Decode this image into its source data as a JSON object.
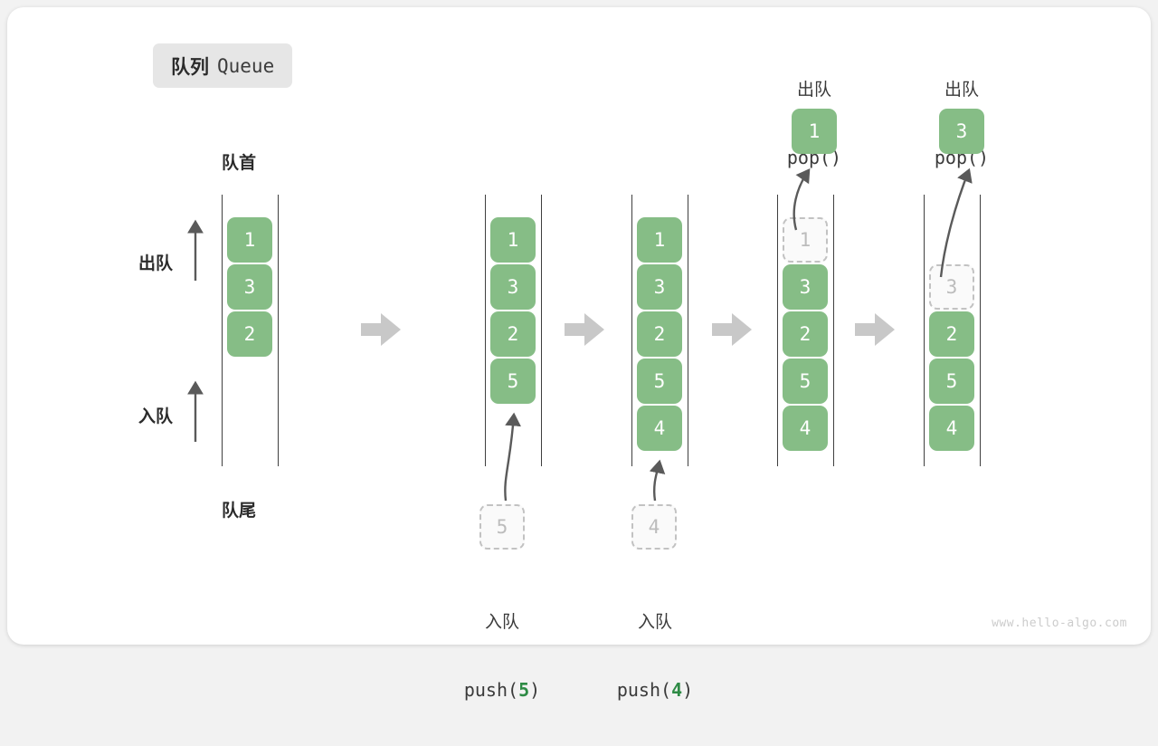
{
  "diagram": {
    "title_cn": "队列",
    "title_en": "Queue",
    "watermark": "www.hello-algo.com",
    "colors": {
      "element": "#86bd86",
      "ghost_border": "#c2c2c2",
      "ghost_text": "#bcbcbc",
      "rail": "#3f3f3f",
      "flow_arrow": "#c8c8c8",
      "accent_number": "#2e8b45",
      "card": "#ffffff",
      "page": "#f2f2f2",
      "badge_bg": "#e6e6e6"
    },
    "anatomy": {
      "head_label": "队首",
      "tail_label": "队尾",
      "dequeue_label": "出队",
      "enqueue_label": "入队"
    },
    "states": [
      {
        "name": "initial",
        "cells": [
          "1",
          "3",
          "2"
        ],
        "ghost_index": -1,
        "empty_leading": 0
      },
      {
        "name": "after-push-5",
        "cells": [
          "1",
          "3",
          "2",
          "5"
        ],
        "ghost_index": -1,
        "empty_leading": 0,
        "incoming": "5",
        "op_cn": "入队",
        "op_code_prefix": "push(",
        "op_code_arg": "5",
        "op_code_suffix": ")"
      },
      {
        "name": "after-push-4",
        "cells": [
          "1",
          "3",
          "2",
          "5",
          "4"
        ],
        "ghost_index": -1,
        "empty_leading": 0,
        "incoming": "4",
        "op_cn": "入队",
        "op_code_prefix": "push(",
        "op_code_arg": "4",
        "op_code_suffix": ")"
      },
      {
        "name": "after-pop-1",
        "cells": [
          "3",
          "2",
          "5",
          "4"
        ],
        "ghost_value": "1",
        "empty_leading": 0,
        "outgoing": "1",
        "op_cn": "出队",
        "op_code": "pop()"
      },
      {
        "name": "after-pop-3",
        "cells": [
          "2",
          "5",
          "4"
        ],
        "ghost_value": "3",
        "empty_leading": 1,
        "outgoing": "3",
        "op_cn": "出队",
        "op_code": "pop()"
      }
    ],
    "flow_arrows": 4
  }
}
